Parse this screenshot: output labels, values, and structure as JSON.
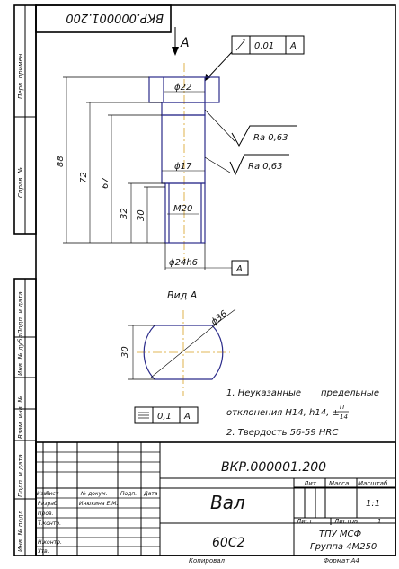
{
  "drawing": {
    "designation": "ВКР.000001.200",
    "designation_rotated": "ВКР.000001.200",
    "part_name": "Вал",
    "material": "60С2",
    "organization_line1": "ТПУ МСФ",
    "organization_line2": "Группа 4М250",
    "scale_value": "1:1"
  },
  "stamp": {
    "rows": [
      {
        "col1": "Изм",
        "col2": "Лист",
        "col3": "№ докум.",
        "col4": "Подп.",
        "col5": "Дата"
      },
      {
        "col1": "Разраб.",
        "col2": "Инюкина Е.М.",
        "col3": "",
        "col4": "",
        "col5": ""
      },
      {
        "col1": "Пров.",
        "col2": "",
        "col3": "",
        "col4": "",
        "col5": ""
      },
      {
        "col1": "Т.контр.",
        "col2": "",
        "col3": "",
        "col4": "",
        "col5": ""
      },
      {
        "col1": "Н.контр.",
        "col2": "",
        "col3": "",
        "col4": "",
        "col5": ""
      },
      {
        "col1": "Утв.",
        "col2": "",
        "col3": "",
        "col4": "",
        "col5": ""
      }
    ],
    "lit_label": "Лит.",
    "mass_label": "Масса",
    "scale_label": "Масштаб",
    "sheet_label": "Лист",
    "sheets_label": "Листов",
    "sheets_value": "1",
    "copied_label": "Копировал",
    "format_label": "Формат А4"
  },
  "side_labels": [
    "Перв. примен.",
    "Справ. №",
    "Подп. и дата",
    "Инв. № дубл.",
    "Взам. инв. №",
    "Подп. и дата",
    "Инв. № подл."
  ],
  "annotations": {
    "view_arrow_label": "А",
    "datum_label": "А",
    "runout_tolerance": "0,01",
    "runout_datum": "А",
    "flatness_tolerance": "0,1",
    "flatness_datum": "А",
    "roughness_1": "Ra 0,63",
    "roughness_2": "Ra 0,63",
    "dia_head": "ϕ22",
    "dia_mid": "ϕ17",
    "thread": "М20",
    "dia_fit": "ϕ24h6",
    "len_total": "88",
    "len_72": "72",
    "len_67": "67",
    "len_32": "32",
    "len_30": "30",
    "view_title": "Вид А",
    "view_dia": "ϕ36",
    "view_flat": "30",
    "note1a": "1. Неуказанные",
    "note1b": "предельные",
    "note1c": "отклонения H14, h14, ±",
    "note1_frac_num": "IT",
    "note1_frac_den": "14",
    "note2": "2. Твердость 56-59 HRC"
  }
}
